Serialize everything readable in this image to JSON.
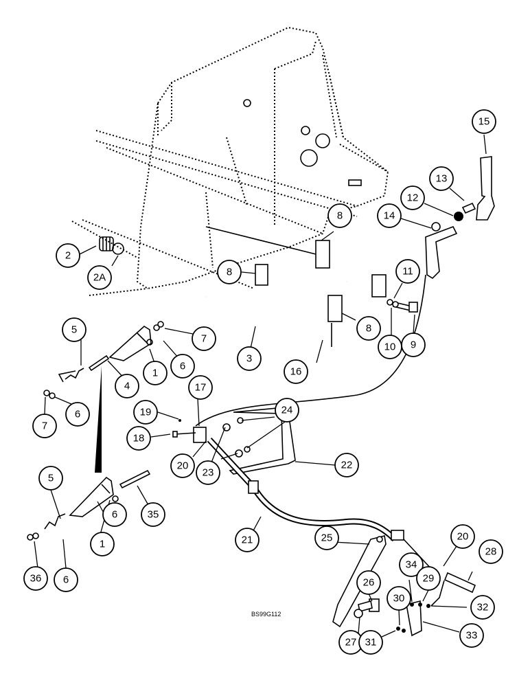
{
  "drawing_code": "BS99G112",
  "callouts": [
    {
      "id": "c15",
      "label": "15"
    },
    {
      "id": "c13",
      "label": "13"
    },
    {
      "id": "c12",
      "label": "12"
    },
    {
      "id": "c14",
      "label": "14"
    },
    {
      "id": "c8a",
      "label": "8"
    },
    {
      "id": "c2",
      "label": "2"
    },
    {
      "id": "c2a",
      "label": "2A"
    },
    {
      "id": "c8b",
      "label": "8"
    },
    {
      "id": "c11",
      "label": "11"
    },
    {
      "id": "c5a",
      "label": "5"
    },
    {
      "id": "c7a",
      "label": "7"
    },
    {
      "id": "c6a",
      "label": "6"
    },
    {
      "id": "c1a",
      "label": "1"
    },
    {
      "id": "c3",
      "label": "3"
    },
    {
      "id": "c8c",
      "label": "8"
    },
    {
      "id": "c10",
      "label": "10"
    },
    {
      "id": "c9",
      "label": "9"
    },
    {
      "id": "c4",
      "label": "4"
    },
    {
      "id": "c16",
      "label": "16"
    },
    {
      "id": "c7b",
      "label": "7"
    },
    {
      "id": "c6b",
      "label": "6"
    },
    {
      "id": "c17",
      "label": "17"
    },
    {
      "id": "c19",
      "label": "19"
    },
    {
      "id": "c24",
      "label": "24"
    },
    {
      "id": "c18",
      "label": "18"
    },
    {
      "id": "c20a",
      "label": "20"
    },
    {
      "id": "c22",
      "label": "22"
    },
    {
      "id": "c23",
      "label": "23"
    },
    {
      "id": "c5b",
      "label": "5"
    },
    {
      "id": "c35",
      "label": "35"
    },
    {
      "id": "c6c",
      "label": "6"
    },
    {
      "id": "c1b",
      "label": "1"
    },
    {
      "id": "c21",
      "label": "21"
    },
    {
      "id": "c25",
      "label": "25"
    },
    {
      "id": "c20b",
      "label": "20"
    },
    {
      "id": "c28",
      "label": "28"
    },
    {
      "id": "c36",
      "label": "36"
    },
    {
      "id": "c6d",
      "label": "6"
    },
    {
      "id": "c26",
      "label": "26"
    },
    {
      "id": "c34",
      "label": "34"
    },
    {
      "id": "c29",
      "label": "29"
    },
    {
      "id": "c30",
      "label": "30"
    },
    {
      "id": "c32",
      "label": "32"
    },
    {
      "id": "c27",
      "label": "27"
    },
    {
      "id": "c31",
      "label": "31"
    },
    {
      "id": "c33",
      "label": "33"
    }
  ]
}
